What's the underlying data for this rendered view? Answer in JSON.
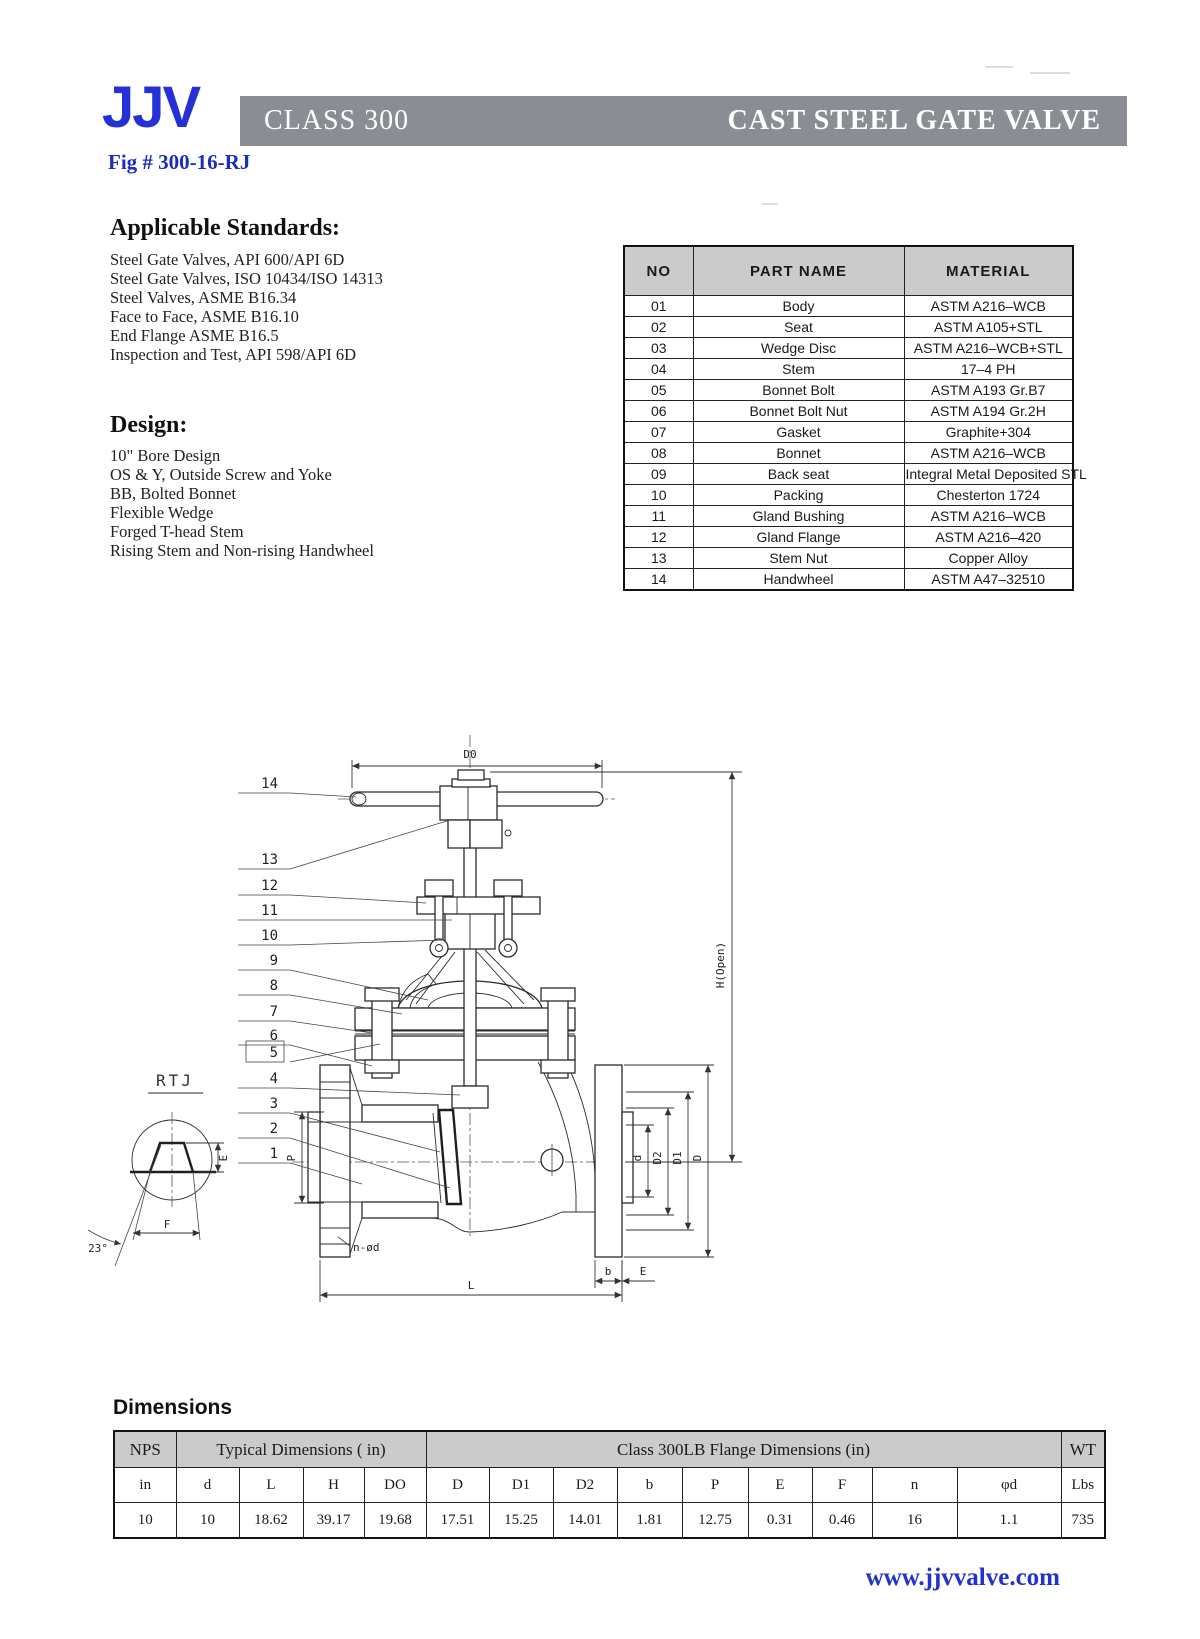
{
  "header": {
    "logo": "JJV",
    "class_label": "CLASS 300",
    "product_title": "CAST STEEL GATE VALVE",
    "fig_number": "Fig # 300-16-RJ",
    "banner_color": "#8a8e94",
    "brand_blue": "#2531d6"
  },
  "applicable_standards": {
    "title": "Applicable Standards:",
    "items": [
      "Steel Gate Valves, API 600/API 6D",
      "Steel Gate Valves, ISO 10434/ISO 14313",
      "Steel Valves, ASME B16.34",
      "Face to Face, ASME B16.10",
      "End Flange ASME B16.5",
      "Inspection and Test, API 598/API 6D"
    ]
  },
  "design": {
    "title": "Design:",
    "items": [
      "10\" Bore Design",
      "OS & Y, Outside Screw and Yoke",
      "BB, Bolted Bonnet",
      "Flexible Wedge",
      "Forged T-head Stem",
      "Rising Stem and Non-rising Handwheel"
    ]
  },
  "parts_table": {
    "columns": [
      "NO",
      "PART NAME",
      "MATERIAL"
    ],
    "rows": [
      [
        "01",
        "Body",
        "ASTM A216–WCB"
      ],
      [
        "02",
        "Seat",
        "ASTM A105+STL"
      ],
      [
        "03",
        "Wedge Disc",
        "ASTM A216–WCB+STL"
      ],
      [
        "04",
        "Stem",
        "17–4 PH"
      ],
      [
        "05",
        "Bonnet Bolt",
        "ASTM A193 Gr.B7"
      ],
      [
        "06",
        "Bonnet Bolt Nut",
        "ASTM A194 Gr.2H"
      ],
      [
        "07",
        "Gasket",
        "Graphite+304"
      ],
      [
        "08",
        "Bonnet",
        "ASTM A216–WCB"
      ],
      [
        "09",
        "Back seat",
        "Integral Metal Deposited STL"
      ],
      [
        "10",
        "Packing",
        "Chesterton 1724"
      ],
      [
        "11",
        "Gland Bushing",
        "ASTM A216–WCB"
      ],
      [
        "12",
        "Gland Flange",
        "ASTM A216–420"
      ],
      [
        "13",
        "Stem Nut",
        "Copper Alloy"
      ],
      [
        "14",
        "Handwheel",
        "ASTM A47–32510"
      ]
    ]
  },
  "drawing": {
    "callouts": [
      {
        "label": "14"
      },
      {
        "label": "13"
      },
      {
        "label": "12"
      },
      {
        "label": "11"
      },
      {
        "label": "10"
      },
      {
        "label": "9"
      },
      {
        "label": "8"
      },
      {
        "label": "7"
      },
      {
        "label": "6"
      },
      {
        "label": "5"
      },
      {
        "label": "4"
      },
      {
        "label": "3"
      },
      {
        "label": "2"
      },
      {
        "label": "1"
      }
    ],
    "labels": {
      "d0": "D0",
      "h_open": "H(Open)",
      "p": "P",
      "l": "L",
      "b": "b",
      "e": "E",
      "d": "d",
      "d2": "D2",
      "d1": "D1",
      "dd": "D",
      "n_od": "n-ød"
    },
    "rtj": {
      "title": "RTJ",
      "e": "E",
      "f": "F",
      "angle": "23°"
    }
  },
  "dimensions_table": {
    "title": "Dimensions",
    "group_headers": {
      "nps": "NPS",
      "typical": "Typical Dimensions ( in)",
      "flange": "Class 300LB Flange Dimensions (in)",
      "wt": "WT"
    },
    "sub_headers": [
      "in",
      "d",
      "L",
      "H",
      "DO",
      "D",
      "D1",
      "D2",
      "b",
      "P",
      "E",
      "F",
      "n",
      "φd",
      "Lbs"
    ],
    "values": [
      "10",
      "10",
      "18.62",
      "39.17",
      "19.68",
      "17.51",
      "15.25",
      "14.01",
      "1.81",
      "12.75",
      "0.31",
      "0.46",
      "16",
      "1.1",
      "735"
    ]
  },
  "footer": {
    "website": "www.jjvvalve.com"
  }
}
